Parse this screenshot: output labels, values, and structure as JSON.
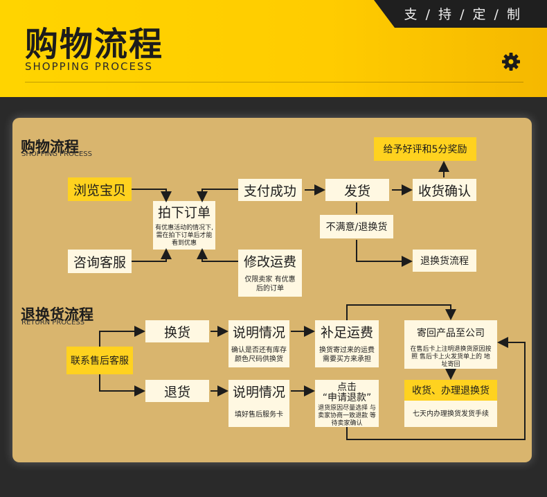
{
  "header": {
    "tagline": "支 / 持 / 定 / 制",
    "title": "购物流程",
    "subtitle": "SHOPPING PROCESS"
  },
  "shopping": {
    "title": "购物流程",
    "subtitle": "SHOPPING PROCESS",
    "browse": "浏览宝贝",
    "order": "拍下订单",
    "order_note": "有优惠活动的情况下,需在拍下订单后才能看到优惠",
    "consult": "咨询客服",
    "modify_fee": "修改运费",
    "modify_note": "仅限卖家 有优惠后的订单",
    "pay_success": "支付成功",
    "ship": "发货",
    "confirm": "收货确认",
    "review": "给予好评和5分奖励",
    "unsatisfied": "不满意/退换货",
    "return_flow": "退换货流程"
  },
  "returns": {
    "title": "退换货流程",
    "subtitle": "RETURN PROCESS",
    "contact": "联系售后客服",
    "exchange": "换货",
    "refund": "退货",
    "explain1": "说明情况",
    "explain1_note": "确认是否还有库存 颜色尺码供换货",
    "explain2": "说明情况",
    "explain2_note": "填好售后服务卡",
    "shipping_fee": "补足运费",
    "shipping_fee_note": "换货寄过来的运费 需要买方来承担",
    "click": "点击",
    "apply_refund": "“申请退款”",
    "apply_note": "退货原因尽量选择 与卖家协商一致退款 等待卖家确认",
    "send_back": "寄回产品至公司",
    "send_back_note": "在售后卡上注明退换货原因按照 售后卡上火发货单上的 地址寄回",
    "receive": "收货、办理退换货",
    "receive_note": "七天内办理换货发货手续"
  }
}
